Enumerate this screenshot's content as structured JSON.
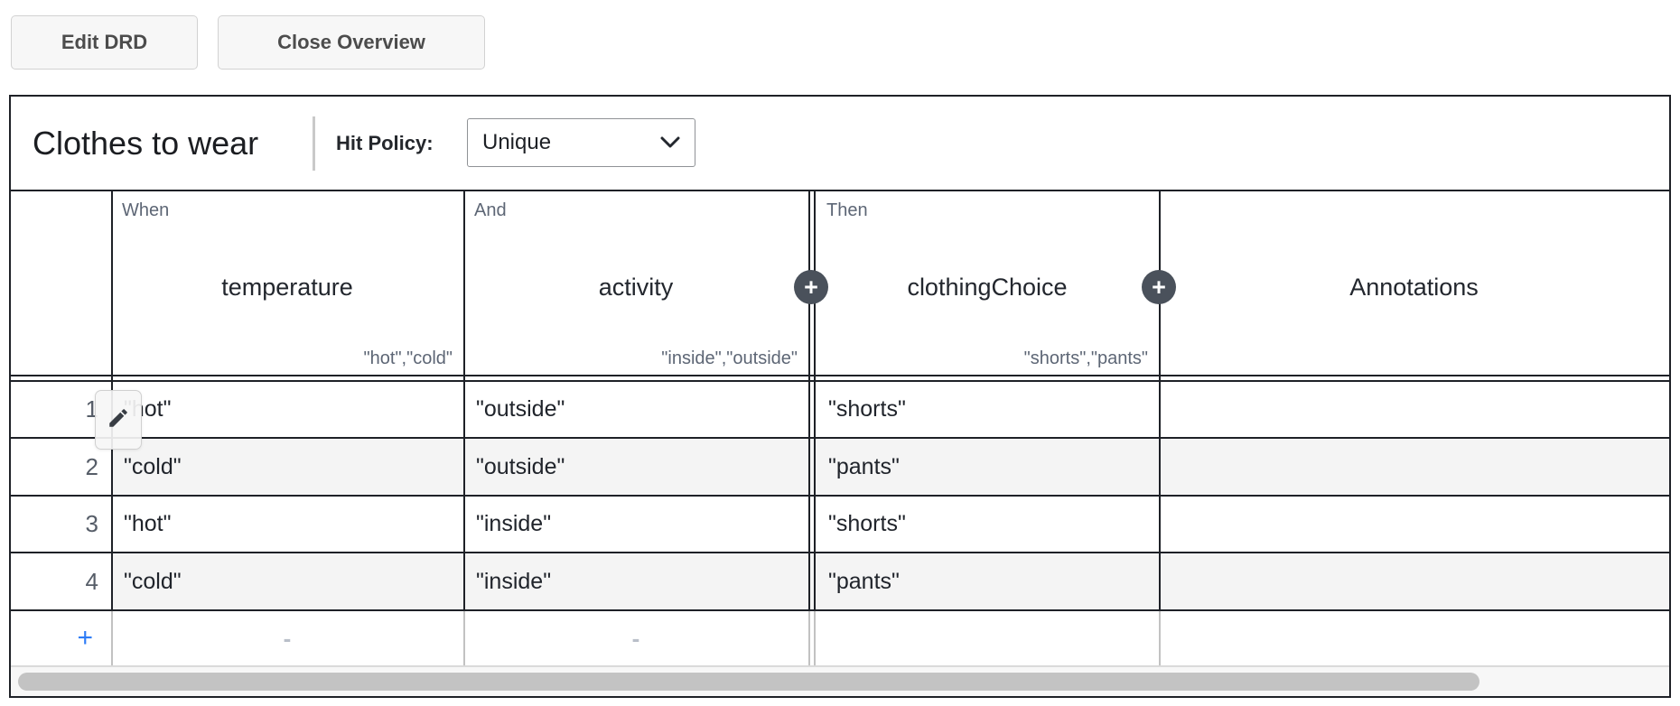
{
  "toolbar": {
    "edit_drd": "Edit DRD",
    "close_overview": "Close Overview"
  },
  "decision_table": {
    "title": "Clothes to wear",
    "hit_policy_label": "Hit Policy:",
    "hit_policy_value": "Unique",
    "columns": [
      {
        "label": "When",
        "name": "temperature",
        "allowed_values": "\"hot\",\"cold\""
      },
      {
        "label": "And",
        "name": "activity",
        "allowed_values": "\"inside\",\"outside\""
      },
      {
        "label": "Then",
        "name": "clothingChoice",
        "allowed_values": "\"shorts\",\"pants\""
      },
      {
        "name": "Annotations"
      }
    ],
    "rows": [
      {
        "number": "1",
        "temperature": "\"hot\"",
        "activity": "\"outside\"",
        "clothingChoice": "\"shorts\"",
        "annotation": ""
      },
      {
        "number": "2",
        "temperature": "\"cold\"",
        "activity": "\"outside\"",
        "clothingChoice": "\"pants\"",
        "annotation": ""
      },
      {
        "number": "3",
        "temperature": "\"hot\"",
        "activity": "\"inside\"",
        "clothingChoice": "\"shorts\"",
        "annotation": ""
      },
      {
        "number": "4",
        "temperature": "\"cold\"",
        "activity": "\"inside\"",
        "clothingChoice": "\"pants\"",
        "annotation": ""
      }
    ],
    "add_row_label": "+",
    "add_column_icon": "+",
    "empty_placeholder": "-"
  },
  "colors": {
    "grid_border": "#1e2127",
    "zebra_row": "#f4f4f4",
    "add_row_blue": "#2e7cf6",
    "plus_circle": "#4a515b",
    "muted_text": "#5d6675",
    "scroll_thumb": "#c3c3c3",
    "button_bg": "#f7f7f7"
  }
}
